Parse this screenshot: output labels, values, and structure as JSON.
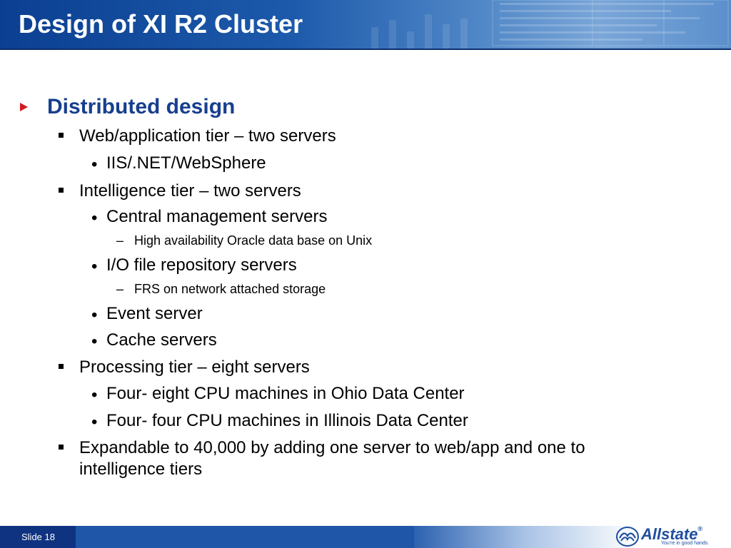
{
  "slide": {
    "title": "Design of XI R2 Cluster",
    "footer_label": "Slide 18"
  },
  "outline": [
    {
      "level": 1,
      "text": "Distributed design"
    },
    {
      "level": 2,
      "text": "Web/application tier – two servers"
    },
    {
      "level": 3,
      "text": "IIS/.NET/WebSphere"
    },
    {
      "level": 2,
      "text": "Intelligence tier – two servers"
    },
    {
      "level": 3,
      "text": "Central management servers"
    },
    {
      "level": 4,
      "text": "High availability Oracle data base on Unix"
    },
    {
      "level": 3,
      "text": "I/O file repository servers"
    },
    {
      "level": 4,
      "text": "FRS on network attached storage"
    },
    {
      "level": 3,
      "text": "Event server"
    },
    {
      "level": 3,
      "text": "Cache servers"
    },
    {
      "level": 2,
      "text": "Processing tier – eight servers"
    },
    {
      "level": 3,
      "text": "Four- eight CPU machines in Ohio Data Center"
    },
    {
      "level": 3,
      "text": "Four- four CPU machines in Illinois Data Center"
    },
    {
      "level": 2,
      "text": "Expandable to 40,000 by adding one server to web/app and one to"
    },
    {
      "level": 2,
      "text": "intelligence tiers"
    }
  ],
  "markers": {
    "level3": "•",
    "level4": "–"
  },
  "logo": {
    "wordmark": "Allstate",
    "trademark": "®",
    "tagline": "You're in good hands."
  },
  "colors": {
    "header_dark": "#0b3f91",
    "heading_blue": "#173f8f",
    "bullet_red": "#d31920",
    "footer_blue": "#1f56a8",
    "logo_blue": "#1e4fa0"
  }
}
